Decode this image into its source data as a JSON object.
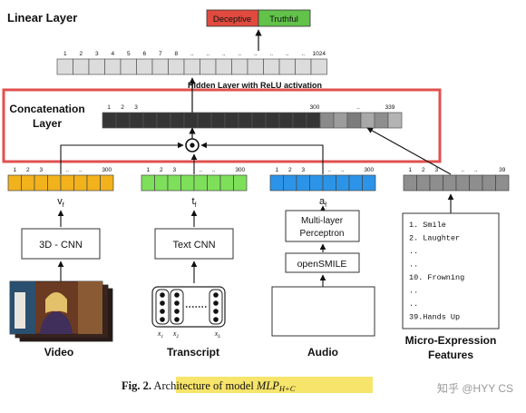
{
  "titles": {
    "linear_layer": "Linear Layer",
    "concat_line1": "Concatenation",
    "concat_line2": "Layer",
    "hidden_layer": "Hidden Layer with ReLU activation"
  },
  "output": {
    "deceptive": "Deceptive",
    "truthful": "Truthful"
  },
  "indices": {
    "hidden": [
      "1",
      "2",
      "3",
      "4",
      "5",
      "6",
      "7",
      "8",
      "..",
      "..",
      "..",
      "..",
      "..",
      "..",
      "..",
      "..",
      "1024"
    ],
    "concat_start": [
      "1",
      "2",
      "3"
    ],
    "concat_end": [
      "300",
      "..",
      "339"
    ],
    "branch_300": [
      "1",
      "2",
      "3",
      "..",
      "..",
      "300"
    ],
    "branch_39": [
      "1",
      "2",
      "3",
      "..",
      "..",
      "39"
    ]
  },
  "vectors": {
    "video": "v",
    "video_sub": "f",
    "text": "t",
    "text_sub": "f",
    "audio": "a",
    "audio_sub": "f"
  },
  "modules": {
    "cnn3d": "3D - CNN",
    "textcnn": "Text CNN",
    "mlp_line1": "Multi-layer",
    "mlp_line2": "Perceptron",
    "opensmile": "openSMILE"
  },
  "micro_list": [
    "1. Smile",
    "2. Laughter",
    "..",
    "..",
    "10. Frowning",
    "..",
    "..",
    "39.Hands Up"
  ],
  "labels": {
    "video": "Video",
    "transcript": "Transcript",
    "audio": "Audio",
    "micro_line1": "Micro-Expression",
    "micro_line2": "Features"
  },
  "transcript_x": [
    "x",
    "x",
    "x"
  ],
  "transcript_x_sub": [
    "1",
    "2",
    "L"
  ],
  "caption": {
    "fig": "Fig. 2.",
    "text": "Architecture of model ",
    "model": "MLP",
    "model_sub": "H+C"
  },
  "watermark": "知乎 @HYY CS",
  "colors": {
    "deceptive": "#e04a3f",
    "truthful": "#62c24a",
    "video_cells": "#f2b21c",
    "text_cells": "#7ee05a",
    "audio_cells": "#2c94e8",
    "micro_cells": "#8e8e8e",
    "concat_dark": "#353535",
    "highlight_box": "#e0514f",
    "caption_highlight": "#f7e46a"
  }
}
